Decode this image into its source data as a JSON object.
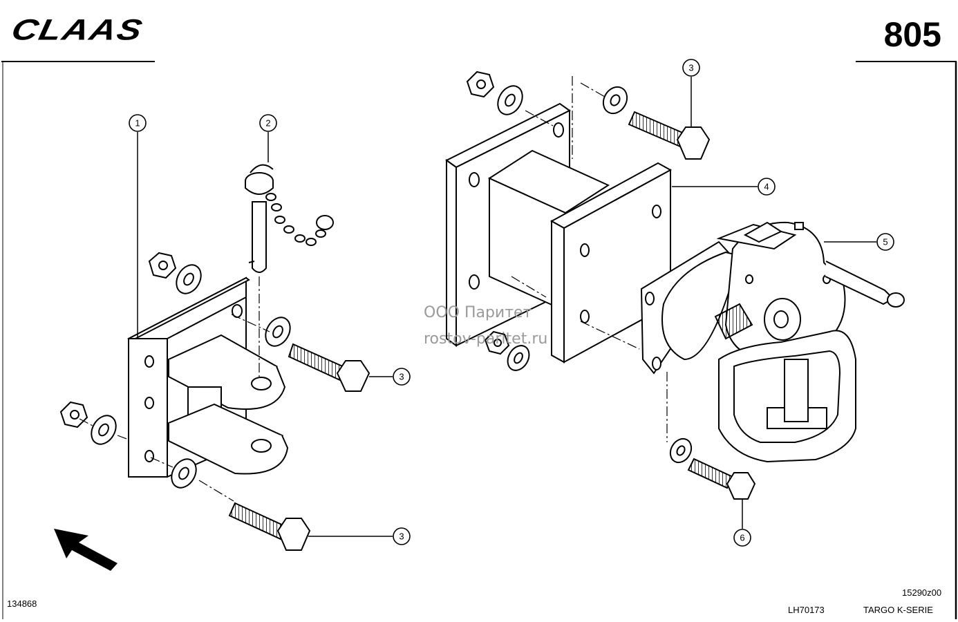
{
  "header": {
    "brand": "CLAAS",
    "page_number": "805"
  },
  "callouts": [
    "1",
    "2",
    "3",
    "3",
    "3",
    "4",
    "5",
    "6"
  ],
  "watermark": {
    "line1": "ООО Паритет",
    "line2": "rostov-paritet.ru"
  },
  "footer": {
    "drawing_number": "134868",
    "figure_code": "15290z00",
    "part_code": "LH70173",
    "series": "TARGO K-SERIE"
  },
  "icons": [
    "direction-arrow-icon",
    "nut-icon",
    "washer-icon",
    "bolt-icon",
    "pin-icon",
    "chain-icon"
  ]
}
